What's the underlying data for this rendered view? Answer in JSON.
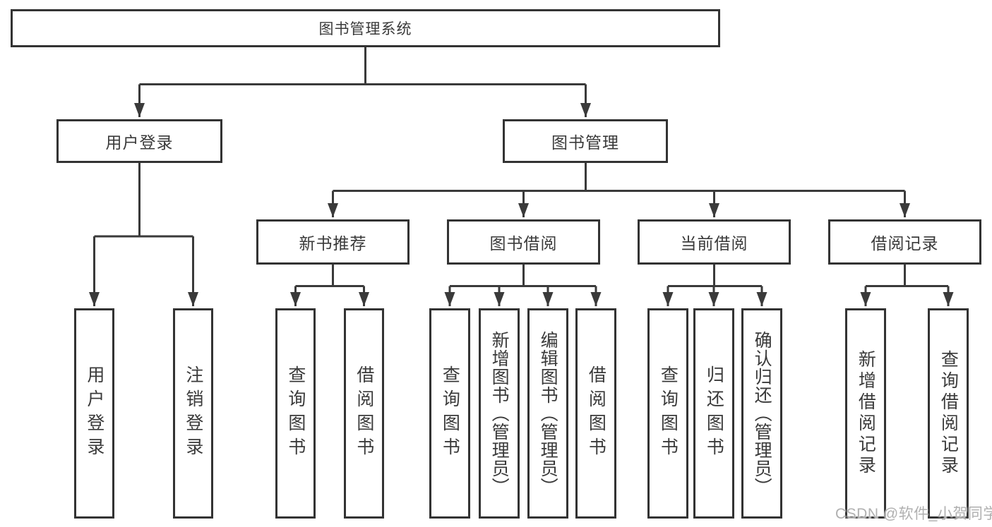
{
  "diagram": {
    "root": {
      "label": "图书管理系统"
    },
    "branches": [
      {
        "label": "用户登录",
        "leaves": [
          {
            "label": "用户登录"
          },
          {
            "label": "注销登录"
          }
        ]
      },
      {
        "label": "图书管理",
        "groups": [
          {
            "label": "新书推荐",
            "leaves": [
              {
                "label": "查询图书"
              },
              {
                "label": "借阅图书"
              }
            ]
          },
          {
            "label": "图书借阅",
            "leaves": [
              {
                "label": "查询图书"
              },
              {
                "label": "新增图书（管理员）"
              },
              {
                "label": "编辑图书（管理员）"
              },
              {
                "label": "借阅图书"
              }
            ]
          },
          {
            "label": "当前借阅",
            "leaves": [
              {
                "label": "查询图书"
              },
              {
                "label": "归还图书"
              },
              {
                "label": "确认归还（管理员）"
              }
            ]
          },
          {
            "label": "借阅记录",
            "leaves": [
              {
                "label": "新增借阅记录"
              },
              {
                "label": "查询借阅记录"
              }
            ]
          }
        ]
      }
    ]
  },
  "watermark": {
    "text": "CSDN @软件_小贺同学"
  },
  "colors": {
    "line": "#3a3a3a",
    "box_border": "#333333",
    "box_fill": "#ffffff",
    "text": "#3a3a3a",
    "watermark": "#b0b0b0"
  }
}
